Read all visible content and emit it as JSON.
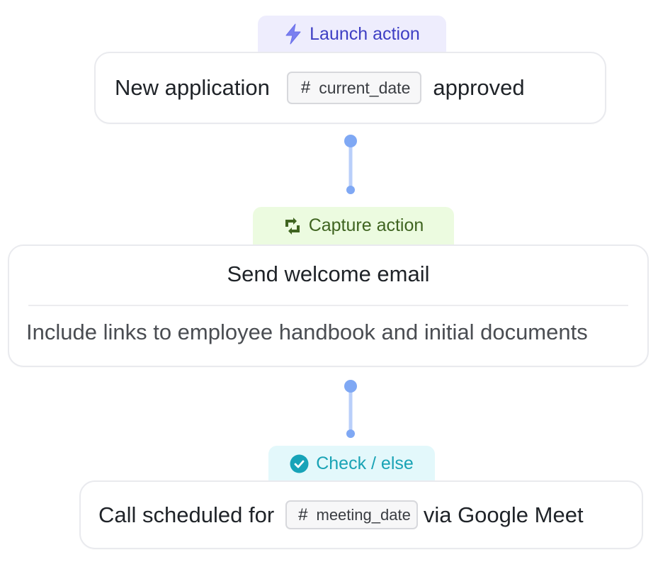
{
  "colors": {
    "launch_bg": "#eeedfd",
    "launch_text": "#3e3fc4",
    "capture_bg": "#ecfbe0",
    "capture_text": "#3f6420",
    "check_bg": "#e3f8fb",
    "check_text": "#19a3b5",
    "connector": "#7fa8f4",
    "card_border": "#e9eaee"
  },
  "steps": [
    {
      "badge": {
        "icon": "lightning-icon",
        "label": "Launch action"
      },
      "content": {
        "text_before": "New application",
        "variable": {
          "symbol": "#",
          "name": "current_date"
        },
        "text_after": "approved"
      }
    },
    {
      "badge": {
        "icon": "capture-arrows-icon",
        "label": "Capture action"
      },
      "content": {
        "title": "Send welcome email",
        "description": "Include links to employee handbook and initial documents"
      }
    },
    {
      "badge": {
        "icon": "check-circle-icon",
        "label": "Check / else"
      },
      "content": {
        "text_before": "Call scheduled for",
        "variable": {
          "symbol": "#",
          "name": "meeting_date"
        },
        "text_after": "via Google Meet"
      }
    }
  ]
}
